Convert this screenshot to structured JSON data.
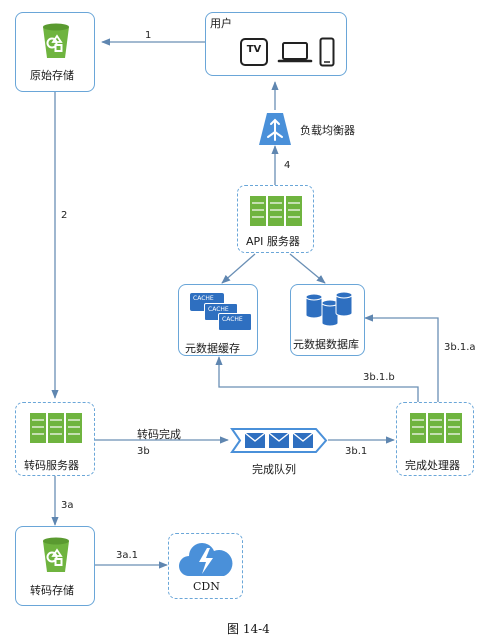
{
  "nodes": {
    "raw_storage": "原始存储",
    "users": "用户",
    "load_balancer": "负载均衡器",
    "api_servers": "API 服务器",
    "metadata_cache": "元数据缓存",
    "metadata_db": "元数据数据库",
    "transcoding_servers": "转码服务器",
    "completion_queue": "完成队列",
    "completion_handler": "完成处理器",
    "transcoded_storage": "转码存储",
    "cdn": "CDN"
  },
  "devices": {
    "tv": "TV"
  },
  "cache_labels": [
    "CACHE",
    "CACHE",
    "CACHE"
  ],
  "edges": {
    "e1": "1",
    "e2": "2",
    "e4": "4",
    "e3a": "3a",
    "e3a1": "3a.1",
    "e3b": "3b",
    "e3b_done": "转码完成",
    "e3b1": "3b.1",
    "e3b1a": "3b.1.a",
    "e3b1b": "3b.1.b"
  },
  "caption": "图 14-4",
  "colors": {
    "accent": "#4a90d9",
    "server_green": "#6fb43f",
    "db_blue": "#2e6fc0",
    "line": "#6a8fb5"
  }
}
